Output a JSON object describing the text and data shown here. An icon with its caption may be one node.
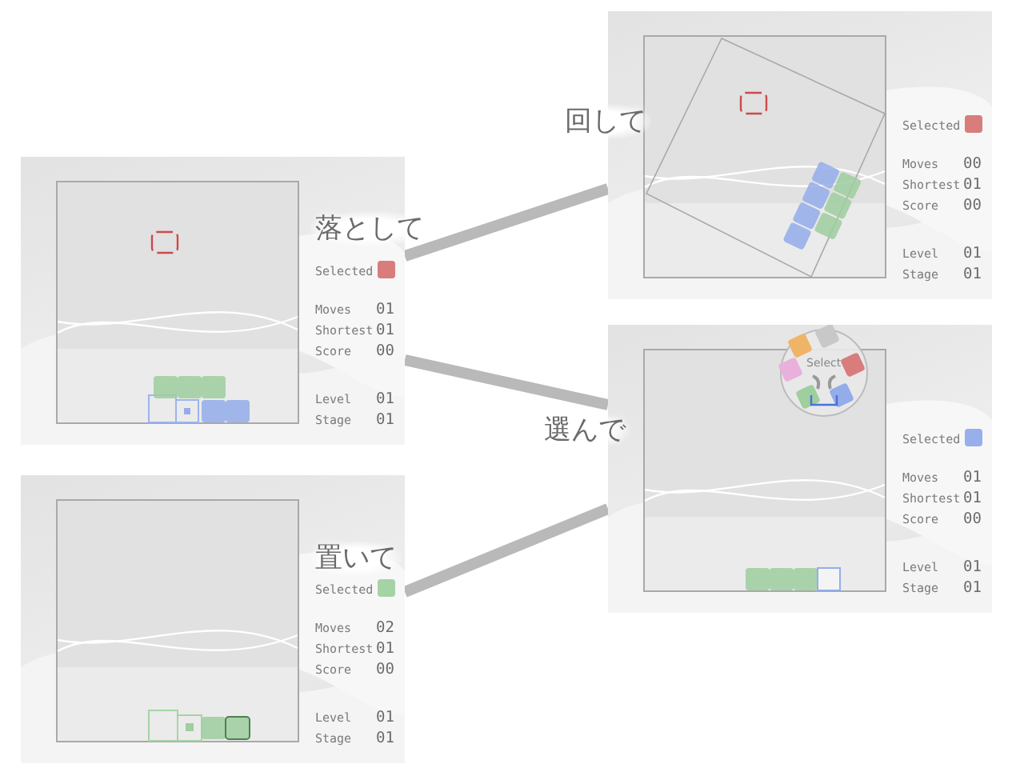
{
  "diagram": {
    "nodes": [
      {
        "text": [
          "回して",
          "Selected",
          "Moves",
          "00",
          "Shortest",
          "01",
          "Score",
          "00",
          "Level",
          "01",
          "Stage",
          "01"
        ]
      },
      {
        "text": [
          "落として",
          "Selected",
          "Moves",
          "01",
          "Shortest",
          "01",
          "Score",
          "00",
          "Level",
          "01",
          "Stage",
          "01"
        ]
      },
      {
        "text": [
          "選んで",
          "Select",
          "Selected",
          "Moves",
          "01",
          "Shortest",
          "01",
          "Score",
          "00",
          "Level",
          "01",
          "Stage",
          "01"
        ]
      },
      {
        "text": [
          "置いて",
          "Selected",
          "Moves",
          "02",
          "Shortest",
          "01",
          "Score",
          "00",
          "Level",
          "01",
          "Stage",
          "01"
        ]
      }
    ],
    "edges": [
      {
        "from": 1,
        "to": 0,
        "arrow": "none"
      },
      {
        "from": 1,
        "to": 2,
        "arrow": "none"
      },
      {
        "from": 3,
        "to": 2,
        "arrow": "none"
      }
    ]
  }
}
